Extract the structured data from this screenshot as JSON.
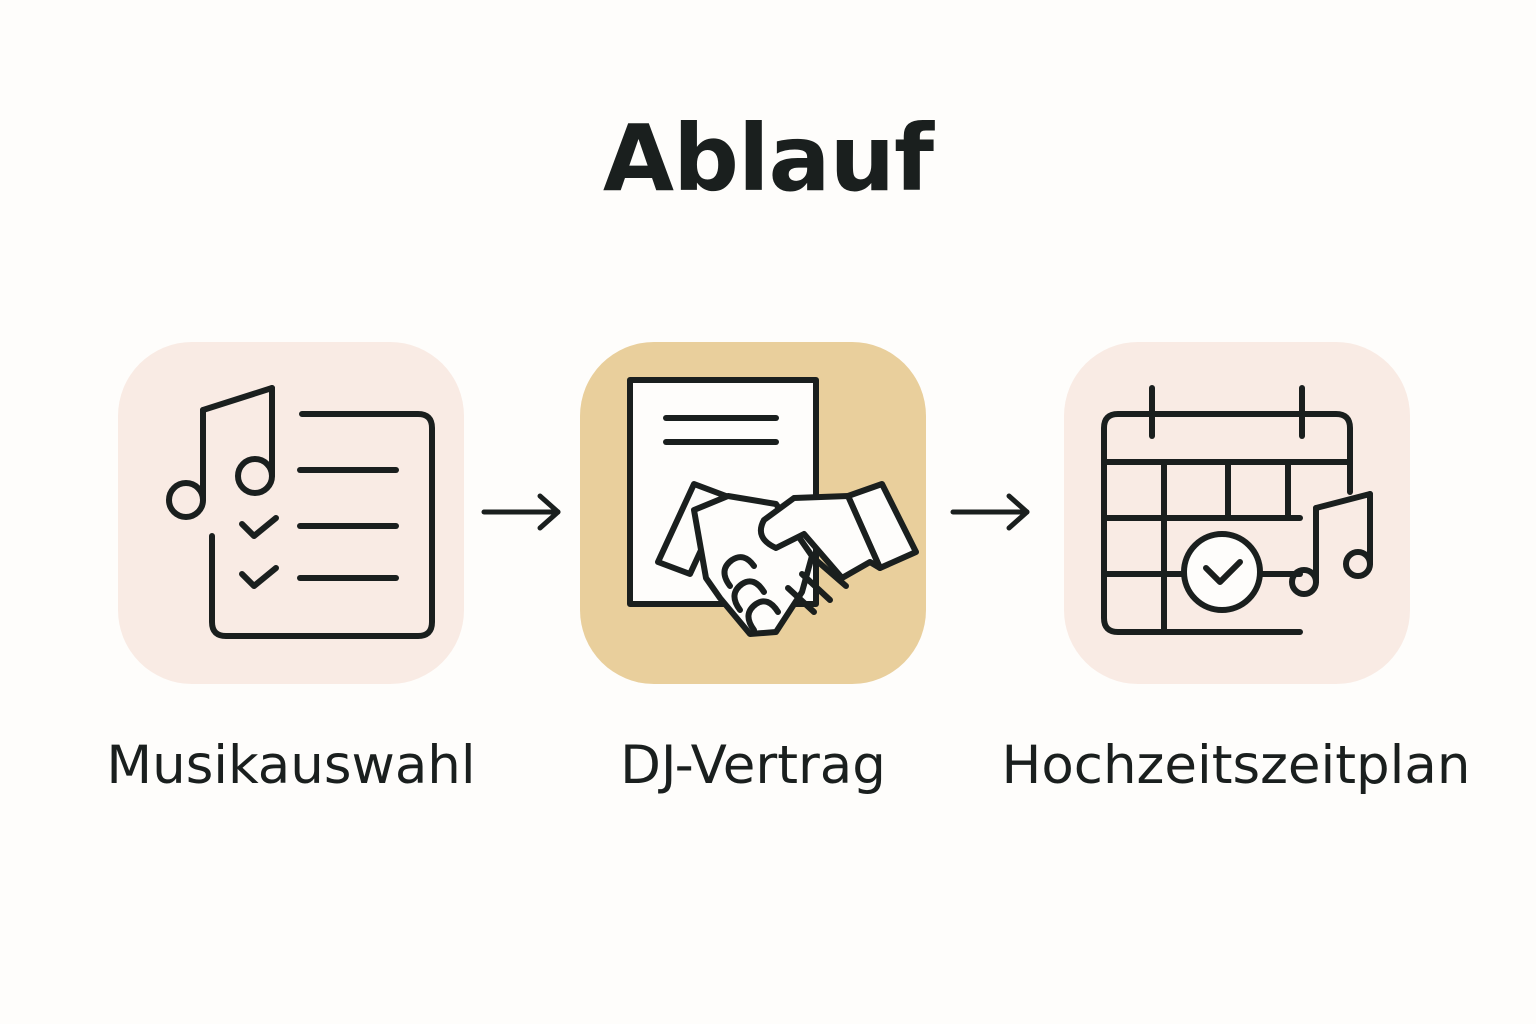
{
  "title": "Ablauf",
  "colors": {
    "tile_light": "#f9ebe4",
    "tile_accent": "#e9cf9c",
    "stroke": "#1a1f1e",
    "background": "#fefdfb",
    "icon_fill": "#fefdfb"
  },
  "steps": [
    {
      "label": "Musikauswahl",
      "icon": "music-checklist-icon"
    },
    {
      "label": "DJ-Vertrag",
      "icon": "contract-handshake-icon"
    },
    {
      "label": "Hochzeitszeitplan",
      "icon": "calendar-music-icon"
    }
  ],
  "connectors": [
    "arrow-right-icon",
    "arrow-right-icon"
  ]
}
